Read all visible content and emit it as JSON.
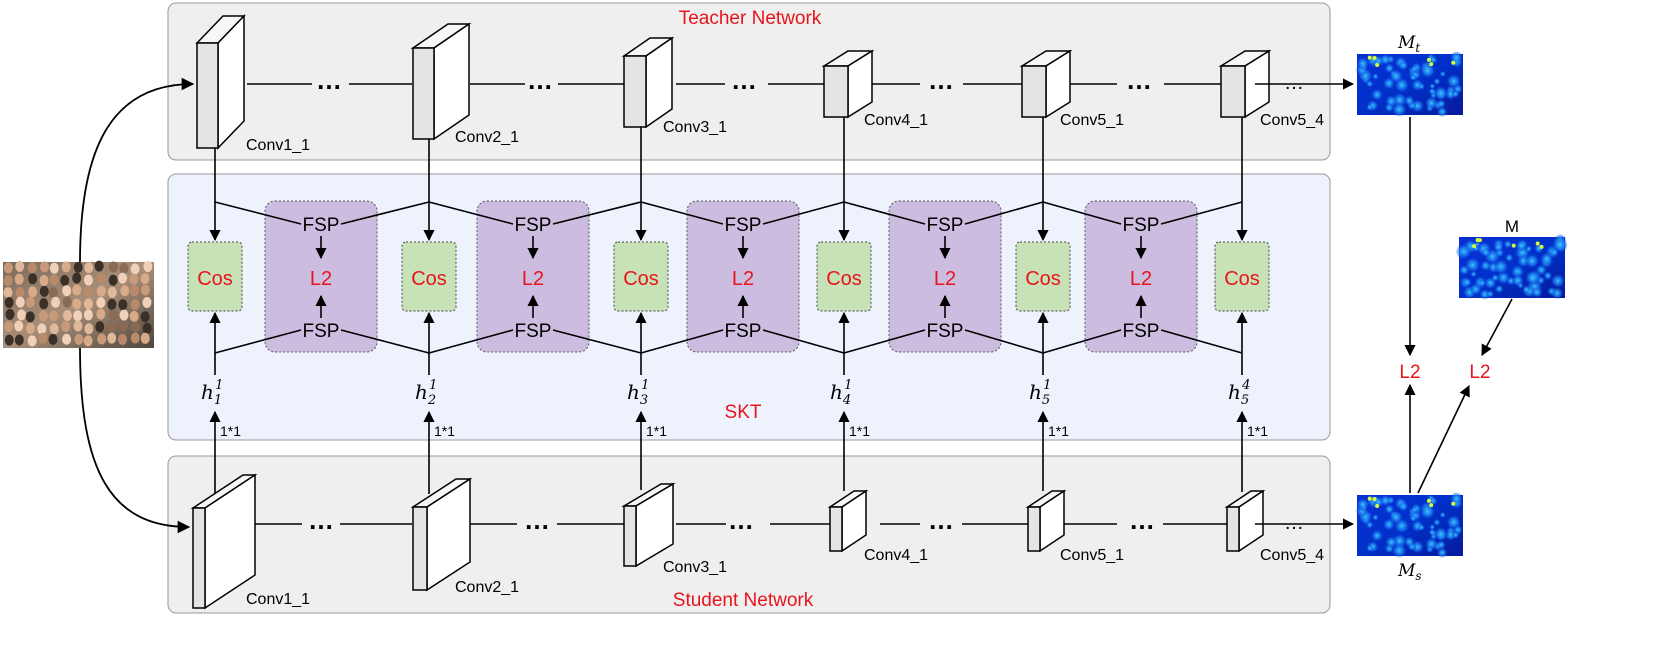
{
  "teacher": {
    "title": "Teacher Network",
    "layers": [
      "Conv1_1",
      "Conv2_1",
      "Conv3_1",
      "Conv4_1",
      "Conv5_1",
      "Conv5_4"
    ],
    "output_map": {
      "symbol": "M",
      "subscript": "t"
    }
  },
  "student": {
    "title": "Student Network",
    "layers": [
      "Conv1_1",
      "Conv2_1",
      "Conv3_1",
      "Conv4_1",
      "Conv5_1",
      "Conv5_4"
    ],
    "output_map": {
      "symbol": "M",
      "subscript": "s"
    }
  },
  "skt": {
    "title": "SKT",
    "cos_label": "Cos",
    "fsp_label": "FSP",
    "l2_label": "L2",
    "conv_label": "1*1",
    "hints": [
      {
        "base": "h",
        "sub": "1",
        "sup": "1"
      },
      {
        "base": "h",
        "sub": "2",
        "sup": "1"
      },
      {
        "base": "h",
        "sub": "3",
        "sup": "1"
      },
      {
        "base": "h",
        "sub": "4",
        "sup": "1"
      },
      {
        "base": "h",
        "sub": "5",
        "sup": "1"
      },
      {
        "base": "h",
        "sub": "5",
        "sup": "4"
      }
    ]
  },
  "ellipsis": "…",
  "ground_truth": {
    "label": "M"
  },
  "losses": {
    "teacher_student": "L2",
    "ground_truth": "L2"
  },
  "colors": {
    "accent_red": "#e8141c",
    "cos_fill": "#c8e2b8",
    "fsp_fill": "#ccbde0",
    "skt_fill": "#eef2fc",
    "net_fill": "#efefef"
  }
}
